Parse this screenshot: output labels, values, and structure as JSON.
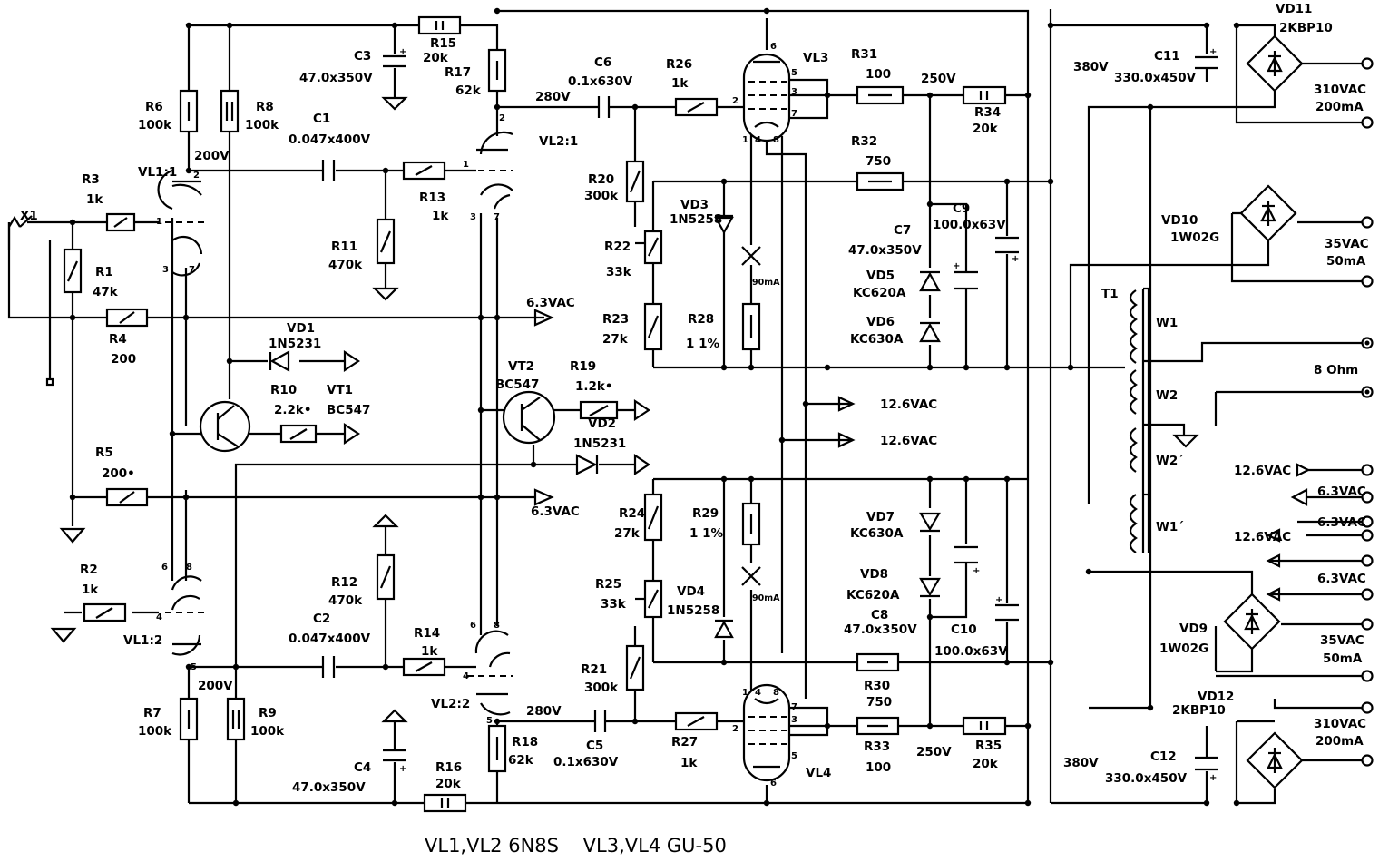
{
  "labels": {
    "X1": "X1",
    "R1": "R1",
    "R1v": "47k",
    "R2": "R2",
    "R2v": "1k",
    "R3": "R3",
    "R3v": "1k",
    "R4": "R4",
    "R4v": "200",
    "R5": "R5",
    "R5v": "200•",
    "R6": "R6",
    "R6v": "100k",
    "R7": "R7",
    "R7v": "100k",
    "R8": "R8",
    "R8v": "100k",
    "R9": "R9",
    "R9v": "100k",
    "R10": "R10",
    "R10v": "2.2k•",
    "R11": "R11",
    "R11v": "470k",
    "R12": "R12",
    "R12v": "470k",
    "R13": "R13",
    "R13v": "1k",
    "R14": "R14",
    "R14v": "1k",
    "R15": "R15",
    "R15v": "20k",
    "R16": "R16",
    "R16v": "20k",
    "R17": "R17",
    "R17v": "62k",
    "R18": "R18",
    "R18v": "62k",
    "R19": "R19",
    "R19v": "1.2k•",
    "R20": "R20",
    "R20v": "300k",
    "R21": "R21",
    "R21v": "300k",
    "R22": "R22",
    "R22v": "33k",
    "R23": "R23",
    "R23v": "27k",
    "R24": "R24",
    "R24v": "27k",
    "R25": "R25",
    "R25v": "33k",
    "R26": "R26",
    "R26v": "1k",
    "R27": "R27",
    "R27v": "1k",
    "R28": "R28",
    "R28v": "1 1%",
    "R29": "R29",
    "R29v": "1 1%",
    "R30": "R30",
    "R30v": "750",
    "R31": "R31",
    "R31v": "100",
    "R32": "R32",
    "R32v": "750",
    "R33": "R33",
    "R33v": "100",
    "R34": "R34",
    "R34v": "20k",
    "R35": "R35",
    "R35v": "20k",
    "C1": "C1",
    "C1v": "0.047x400V",
    "C2": "C2",
    "C2v": "0.047x400V",
    "C3": "C3",
    "C3v": "47.0x350V",
    "C4": "C4",
    "C4v": "47.0x350V",
    "C5": "C5",
    "C5v": "0.1x630V",
    "C6": "C6",
    "C6v": "0.1x630V",
    "C7": "C7",
    "C7v": "47.0x350V",
    "C8": "C8",
    "C8v": "47.0x350V",
    "C9": "C9",
    "C9v": "100.0x63V",
    "C10": "C10",
    "C10v": "100.0x63V",
    "C11": "C11",
    "C11v": "330.0x450V",
    "C12": "C12",
    "C12v": "330.0x450V",
    "VD1": "VD1",
    "VD1v": "1N5231",
    "VD2": "VD2",
    "VD2v": "1N5231",
    "VD3": "VD3",
    "VD3v": "1N5258",
    "VD4": "VD4",
    "VD4v": "1N5258",
    "VD5": "VD5",
    "VD5v": "KC620A",
    "VD6": "VD6",
    "VD6v": "KC630A",
    "VD7": "VD7",
    "VD7v": "KC630A",
    "VD8": "VD8",
    "VD8v": "KC620A",
    "VD9": "VD9",
    "VD9v": "1W02G",
    "VD10": "VD10",
    "VD10v": "1W02G",
    "VD11": "VD11",
    "VD11v": "2KBP10",
    "VD12": "VD12",
    "VD12v": "2KBP10",
    "VT1": "VT1",
    "VT1v": "BC547",
    "VT2": "VT2",
    "VT2v": "BC547",
    "VL1_1": "VL1:1",
    "VL1_2": "VL1:2",
    "VL2_1": "VL2:1",
    "VL2_2": "VL2:2",
    "VL3": "VL3",
    "VL4": "VL4",
    "T1": "T1",
    "W1": "W1",
    "W2": "W2",
    "W2p": "W2´",
    "W1p": "W1´",
    "v200a": "200V",
    "v200b": "200V",
    "v280a": "280V",
    "v280b": "280V",
    "v250a": "250V",
    "v250b": "250V",
    "v380a": "380V",
    "v380b": "380V",
    "heat1": "6.3VAC",
    "heat2": "6.3VAC",
    "fil1": "12.6VAC",
    "fil2": "12.6VAC",
    "ma1": "90mA",
    "ma2": "90mA",
    "out310a": "310VAC",
    "out200a": "200mA",
    "out310b": "310VAC",
    "out200b": "200mA",
    "out35a": "35VAC",
    "out50a": "50mA",
    "out35b": "35VAC",
    "out50b": "50mA",
    "out8ohm": "8 Ohm",
    "in126a": "12.6VAC",
    "in63a": "6.3VAC",
    "in63b": "6.3VAC",
    "in126b": "12.6VAC",
    "in63c": "6.3VAC"
  },
  "pins": {
    "p1a": "1",
    "p2a": "2",
    "p3a": "3",
    "p7a": "7",
    "p1b": "1",
    "p2b": "2",
    "p3b": "3",
    "p7b": "7",
    "p4a": "4",
    "p5a": "5",
    "p6a": "6",
    "p8a": "8",
    "p4b": "4",
    "p5b": "5",
    "p6b": "6",
    "p8b": "8",
    "q6": "6",
    "q5": "5",
    "q3": "3",
    "q7": "7",
    "q2": "2",
    "q1": "1",
    "q4": "4",
    "q8": "8",
    "r1": "1",
    "r4": "4",
    "r8": "8",
    "r2": "2",
    "r3": "3",
    "r7": "7",
    "r5": "5",
    "r6": "6"
  },
  "caption": "VL1,VL2 6N8S    VL3,VL4 GU-50"
}
